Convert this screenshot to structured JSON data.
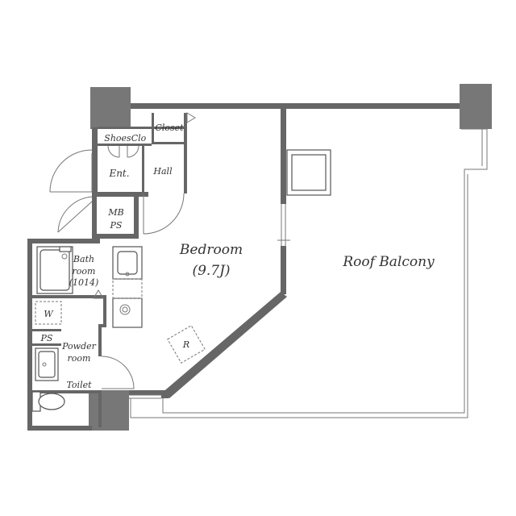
{
  "rooms": {
    "bedroom": "Bedroom",
    "bedroom_size": "(9.7J)",
    "roof_balcony": "Roof Balcony",
    "closet": "Closet",
    "shoes": "Shoes",
    "clo": "Clo",
    "entrance": "Ent.",
    "hall": "Hall",
    "mb": "MB",
    "ps_upper": "PS",
    "bath": "Bath",
    "bath_room": "room",
    "bath_size": "(1014)",
    "washer": "W",
    "ps_lower": "PS",
    "powder": "Powder",
    "powder_room": "room",
    "toilet": "Toilet",
    "refrigerator": "R"
  }
}
